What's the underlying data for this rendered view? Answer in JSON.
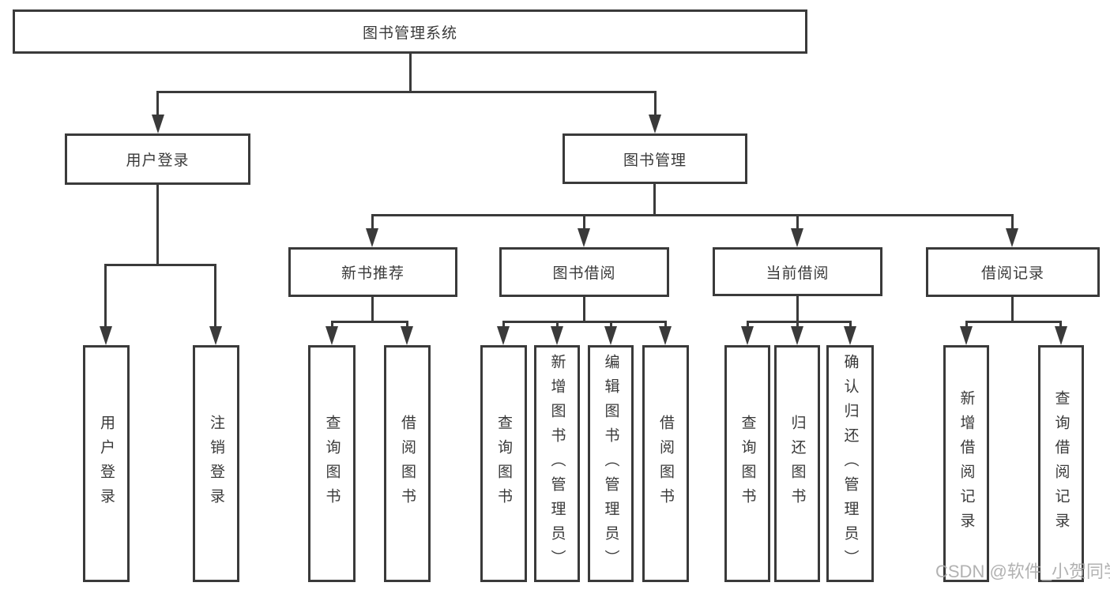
{
  "nodes": {
    "root": "图书管理系统",
    "user_login": "用户登录",
    "book_mgmt": "图书管理",
    "new_books": "新书推荐",
    "book_borrow": "图书借阅",
    "current_borrow": "当前借阅",
    "borrow_records": "借阅记录",
    "leaf_user_login": "用户登录",
    "leaf_logout": "注销登录",
    "nb_query_books": "查询图书",
    "nb_borrow_books": "借阅图书",
    "bb_query_books": "查询图书",
    "bb_add_books": "新增图书（管理员）",
    "bb_edit_books": "编辑图书（管理员）",
    "bb_borrow_books": "借阅图书",
    "cb_query_books": "查询图书",
    "cb_return_books": "归还图书",
    "cb_confirm_return": "确认归还（管理员）",
    "br_add_record": "新增借阅记录",
    "br_query_record": "查询借阅记录"
  },
  "watermark": "CSDN @软件_小贺同学",
  "colors": {
    "line": "#3a3a3a",
    "text": "#3a3a3a",
    "watermark": "#aaaaaa",
    "background": "#ffffff"
  }
}
